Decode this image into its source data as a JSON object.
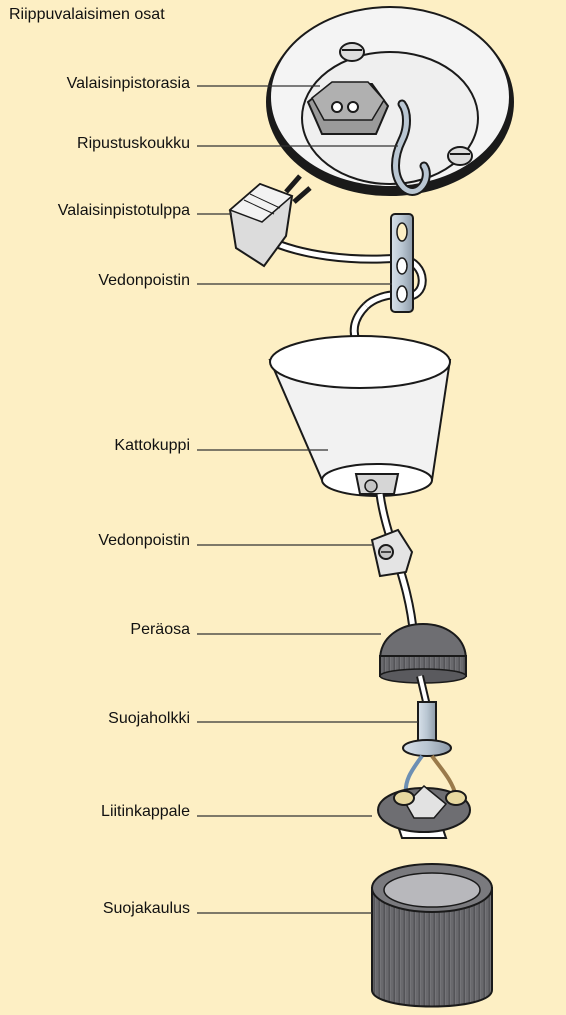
{
  "title": "Riippuvalaisimen osat",
  "labels": [
    "Valaisinpistorasia",
    "Ripustuskoukku",
    "Valaisinpistotulppa",
    "Vedonpoistin",
    "Kattokuppi",
    "Vedonpoistin",
    "Peräosa",
    "Suojaholkki",
    "Liitinkappale",
    "Suojakaulus"
  ],
  "colors": {
    "background": "#fdefc4",
    "metal": "#b9c6d2",
    "grey_part": "#6e6e72",
    "white": "#ffffff",
    "outline": "#1a1a1a"
  }
}
